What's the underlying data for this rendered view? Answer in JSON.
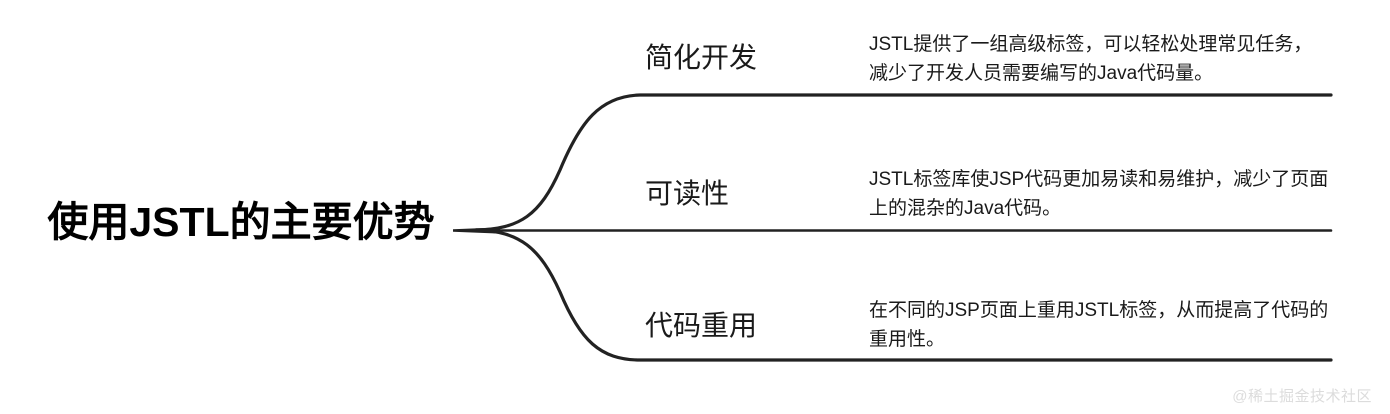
{
  "diagram": {
    "type": "mind-map",
    "root": {
      "title": "使用JSTL的主要优势"
    },
    "branches": [
      {
        "label": "简化开发",
        "description": "JSTL提供了一组高级标签，可以轻松处理常见任务，减少了开发人员需要编写的Java代码量。"
      },
      {
        "label": "可读性",
        "description": "JSTL标签库使JSP代码更加易读和易维护，减少了页面上的混杂的Java代码。"
      },
      {
        "label": "代码重用",
        "description": "在不同的JSP页面上重用JSTL标签，从而提高了代码的重用性。"
      }
    ],
    "colors": {
      "background": "#ffffff",
      "line": "#222222",
      "text": "#1a1a1a",
      "title": "#000000",
      "watermark": "#dcdcdc"
    }
  },
  "watermark": {
    "text": "@稀土掘金技术社区"
  }
}
